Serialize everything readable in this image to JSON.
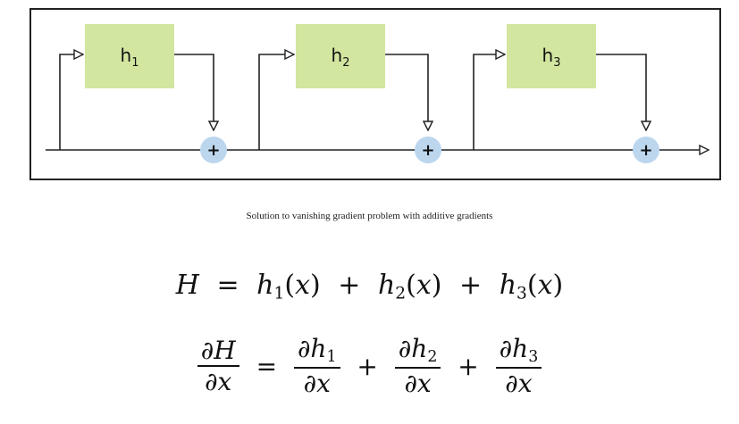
{
  "diagram": {
    "blocks": [
      {
        "label": "h",
        "sub": "1"
      },
      {
        "label": "h",
        "sub": "2"
      },
      {
        "label": "h",
        "sub": "3"
      }
    ],
    "adder_symbol": "+",
    "colors": {
      "block_fill": "#d2e6a0",
      "adder_fill": "#bcd6ee",
      "line": "#222222"
    }
  },
  "caption": "Solution to vanishing gradient problem with additive gradients",
  "equations": {
    "sum": {
      "lhs": "H",
      "equals": "=",
      "terms": [
        "h1(x)",
        "h2(x)",
        "h3(x)"
      ]
    },
    "gradient": {
      "lhs": "∂H/∂x",
      "equals": "=",
      "terms": [
        "∂h1/∂x",
        "∂h2/∂x",
        "∂h3/∂x"
      ]
    }
  }
}
